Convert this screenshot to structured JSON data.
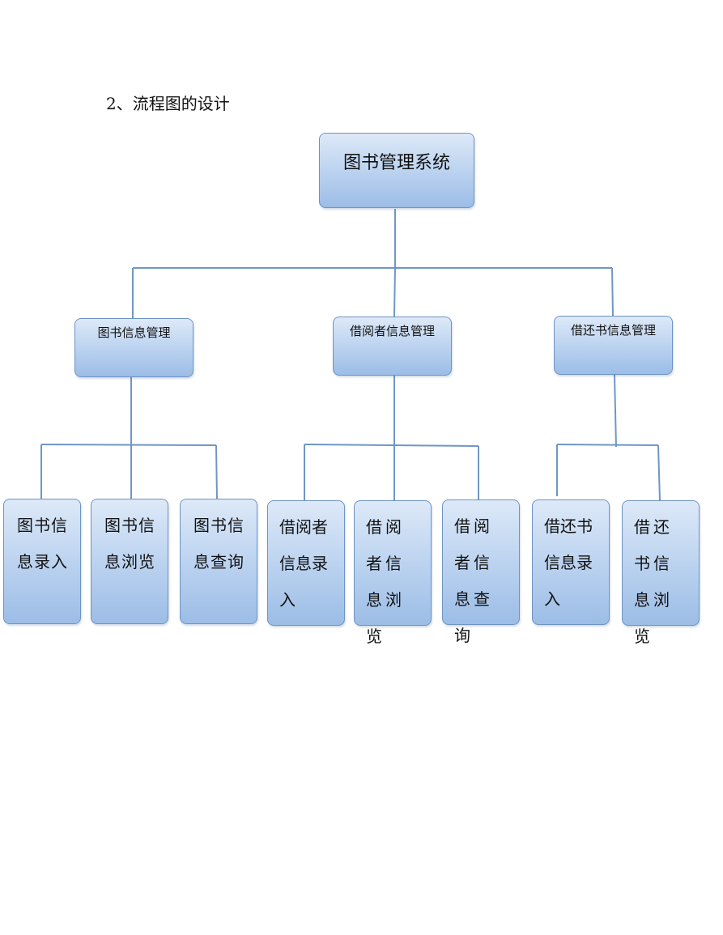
{
  "heading": "2、流程图的设计",
  "diagram": {
    "root": "图书管理系统",
    "groups": [
      {
        "label": "图书信息管理",
        "children": [
          "图书信息录入",
          "图书信息浏览",
          "图书信息查询"
        ]
      },
      {
        "label": "借阅者信息管理",
        "children": [
          "借阅者信息录入",
          "借阅者信息浏览",
          "借阅者信息查询"
        ]
      },
      {
        "label": "借还书信息管理",
        "children": [
          "借还书信息录入",
          "借还书信息浏览"
        ]
      }
    ]
  }
}
